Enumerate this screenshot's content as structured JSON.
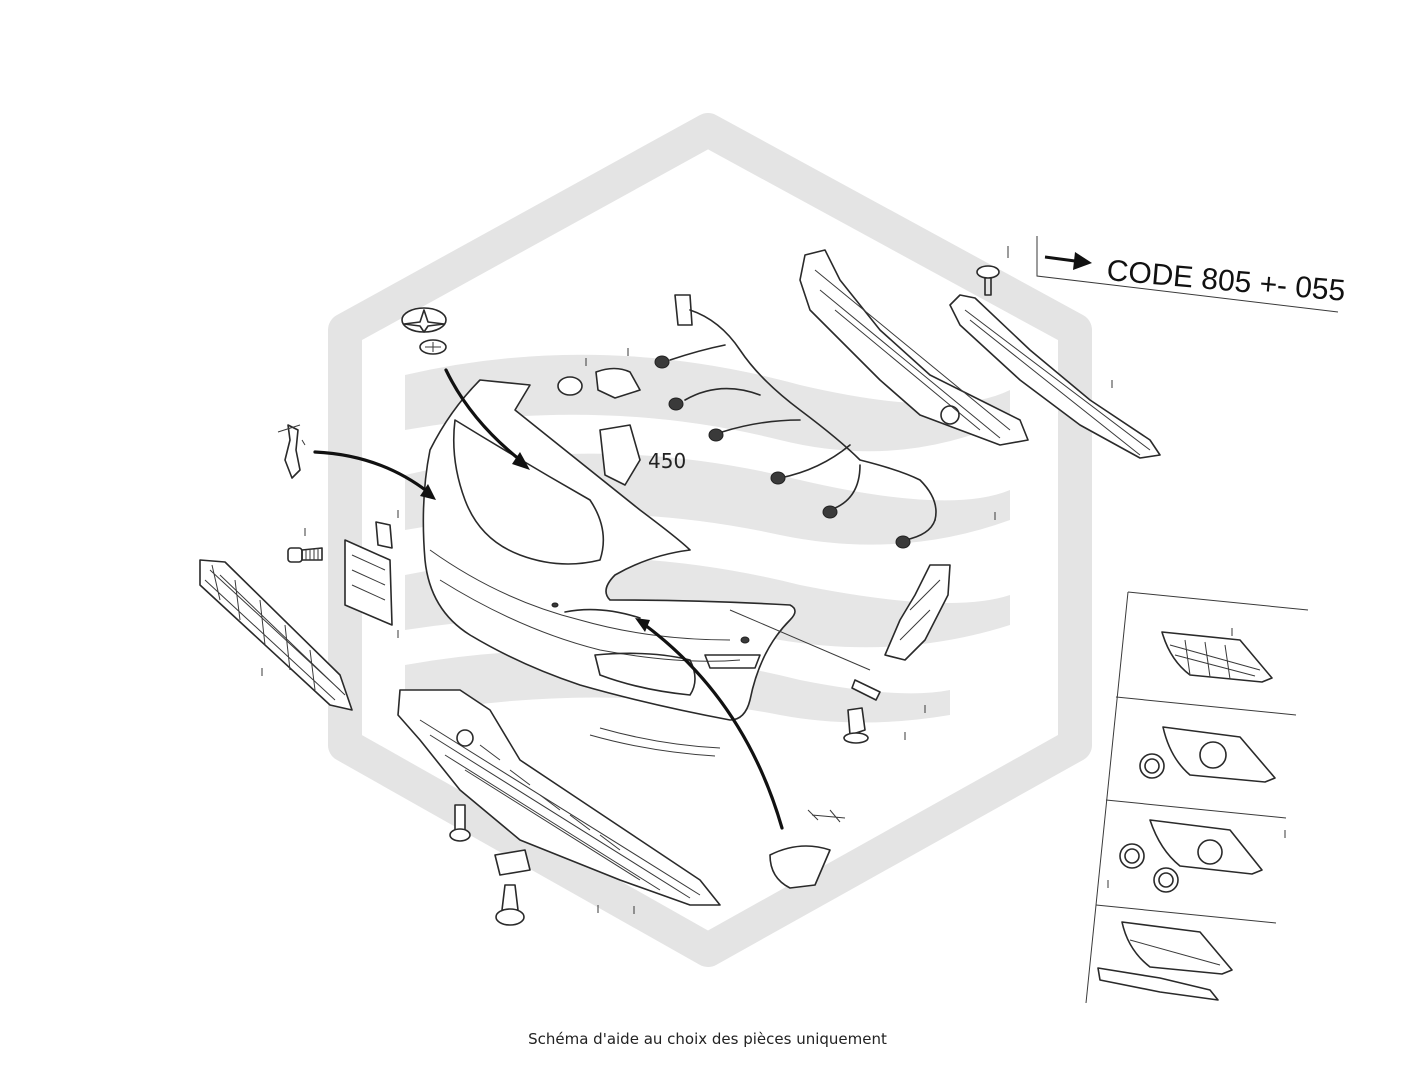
{
  "annotations": {
    "code_label": "CODE 805 +- 055",
    "part_number": "450"
  },
  "caption": "Schéma d'aide au choix des pièces uniquement",
  "colors": {
    "line": "#2a2a2a",
    "watermark": "#e4e4e4",
    "background": "#ffffff"
  }
}
